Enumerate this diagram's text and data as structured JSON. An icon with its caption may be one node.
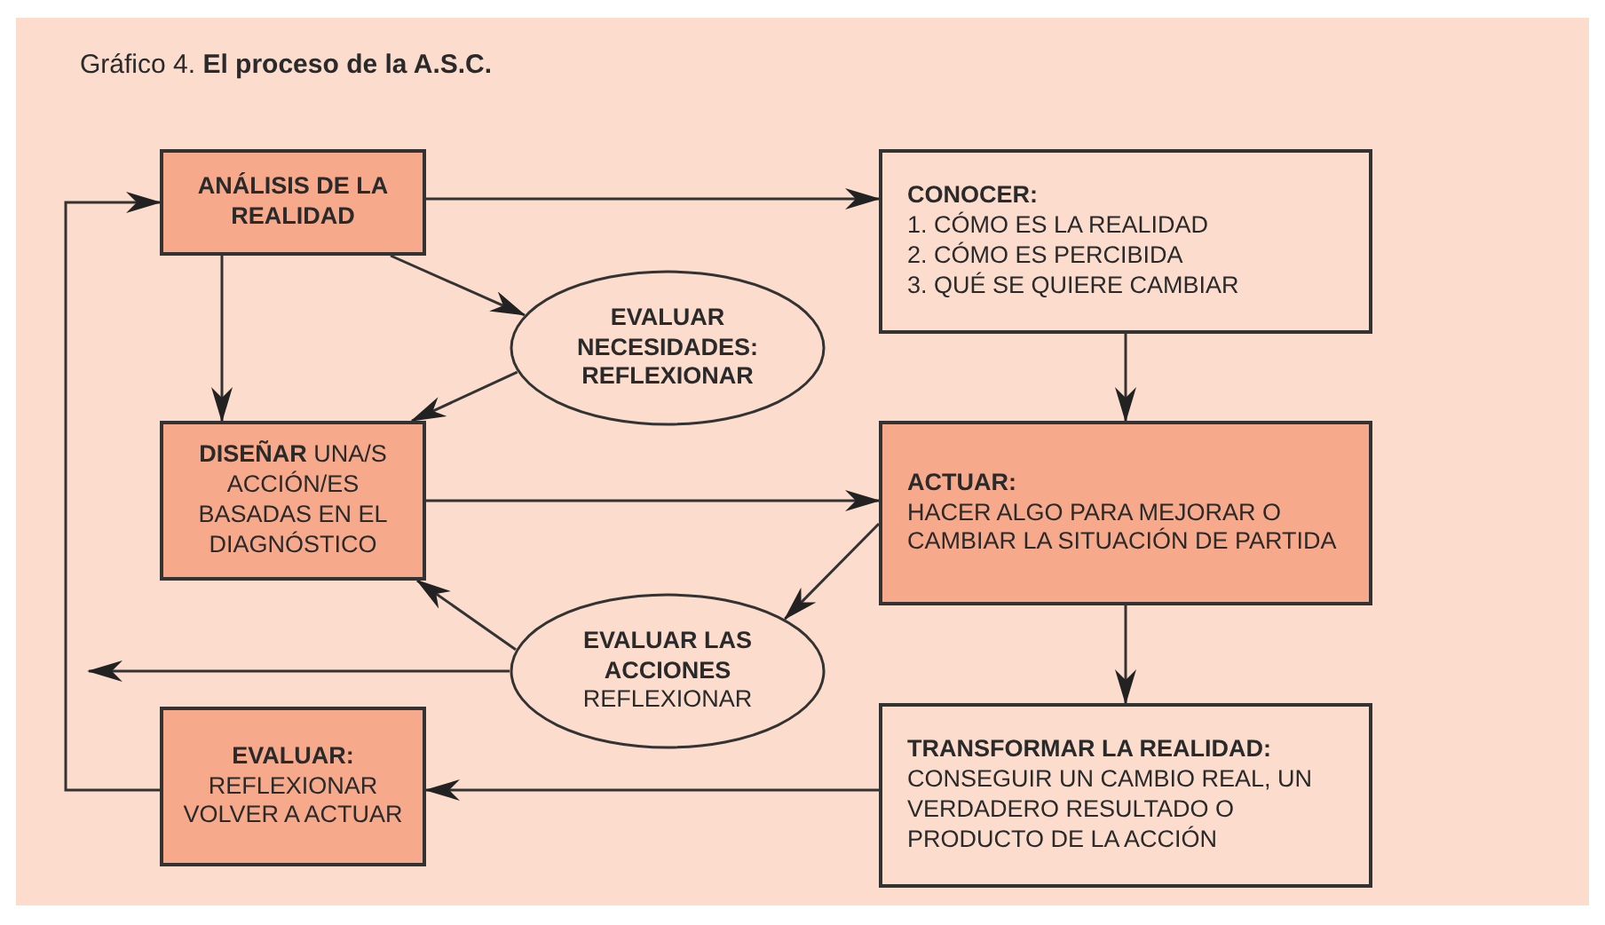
{
  "diagram": {
    "title": "Gráfico 4. **El proceso de la A.S.C.**",
    "nodes": [
      {
        "text": [
          "ANÁLISIS DE LA REALIDAD"
        ]
      },
      {
        "text": [
          "CONOCER:",
          "1. CÓMO ES LA REALIDAD",
          "2. CÓMO ES PERCIBIDA",
          "3. QUÉ SE QUIERE CAMBIAR"
        ]
      },
      {
        "text": [
          "EVALUAR NECESIDADES: REFLEXIONAR"
        ]
      },
      {
        "text": [
          "**DISEÑAR** UNA/S ACCIÓN/ES BASADAS EN EL DIAGNÓSTICO"
        ]
      },
      {
        "text": [
          "ACTUAR:",
          "HACER ALGO PARA MEJORAR O CAMBIAR LA SITUACIÓN DE PARTIDA"
        ]
      },
      {
        "text": [
          "**EVALUAR LAS ACCIONES** REFLEXIONAR"
        ]
      },
      {
        "text": [
          "EVALUAR:",
          "REFLEXIONAR VOLVER A ACTUAR"
        ]
      },
      {
        "text": [
          "TRANSFORMAR LA REALIDAD:",
          "CONSEGUIR UN CAMBIO REAL, UN VERDADERO RESULTADO O PRODUCTO DE LA ACCIÓN"
        ]
      }
    ],
    "edges": [
      {
        "from": 0,
        "to": 1,
        "arrow": "to"
      },
      {
        "from": 0,
        "to": 3,
        "arrow": "to"
      },
      {
        "from": 0,
        "to": 2,
        "arrow": "to"
      },
      {
        "from": 2,
        "to": 3,
        "arrow": "to"
      },
      {
        "from": 3,
        "to": 4,
        "arrow": "to"
      },
      {
        "from": 1,
        "to": 4,
        "arrow": "to"
      },
      {
        "from": 4,
        "to": 5,
        "arrow": "to"
      },
      {
        "from": 5,
        "to": 3,
        "arrow": "to"
      },
      {
        "from": 5,
        "to": null,
        "arrow": "to"
      },
      {
        "from": 4,
        "to": 7,
        "arrow": "to"
      },
      {
        "from": 7,
        "to": 6,
        "arrow": "to"
      },
      {
        "from": 6,
        "to": 0,
        "arrow": "to"
      }
    ]
  }
}
